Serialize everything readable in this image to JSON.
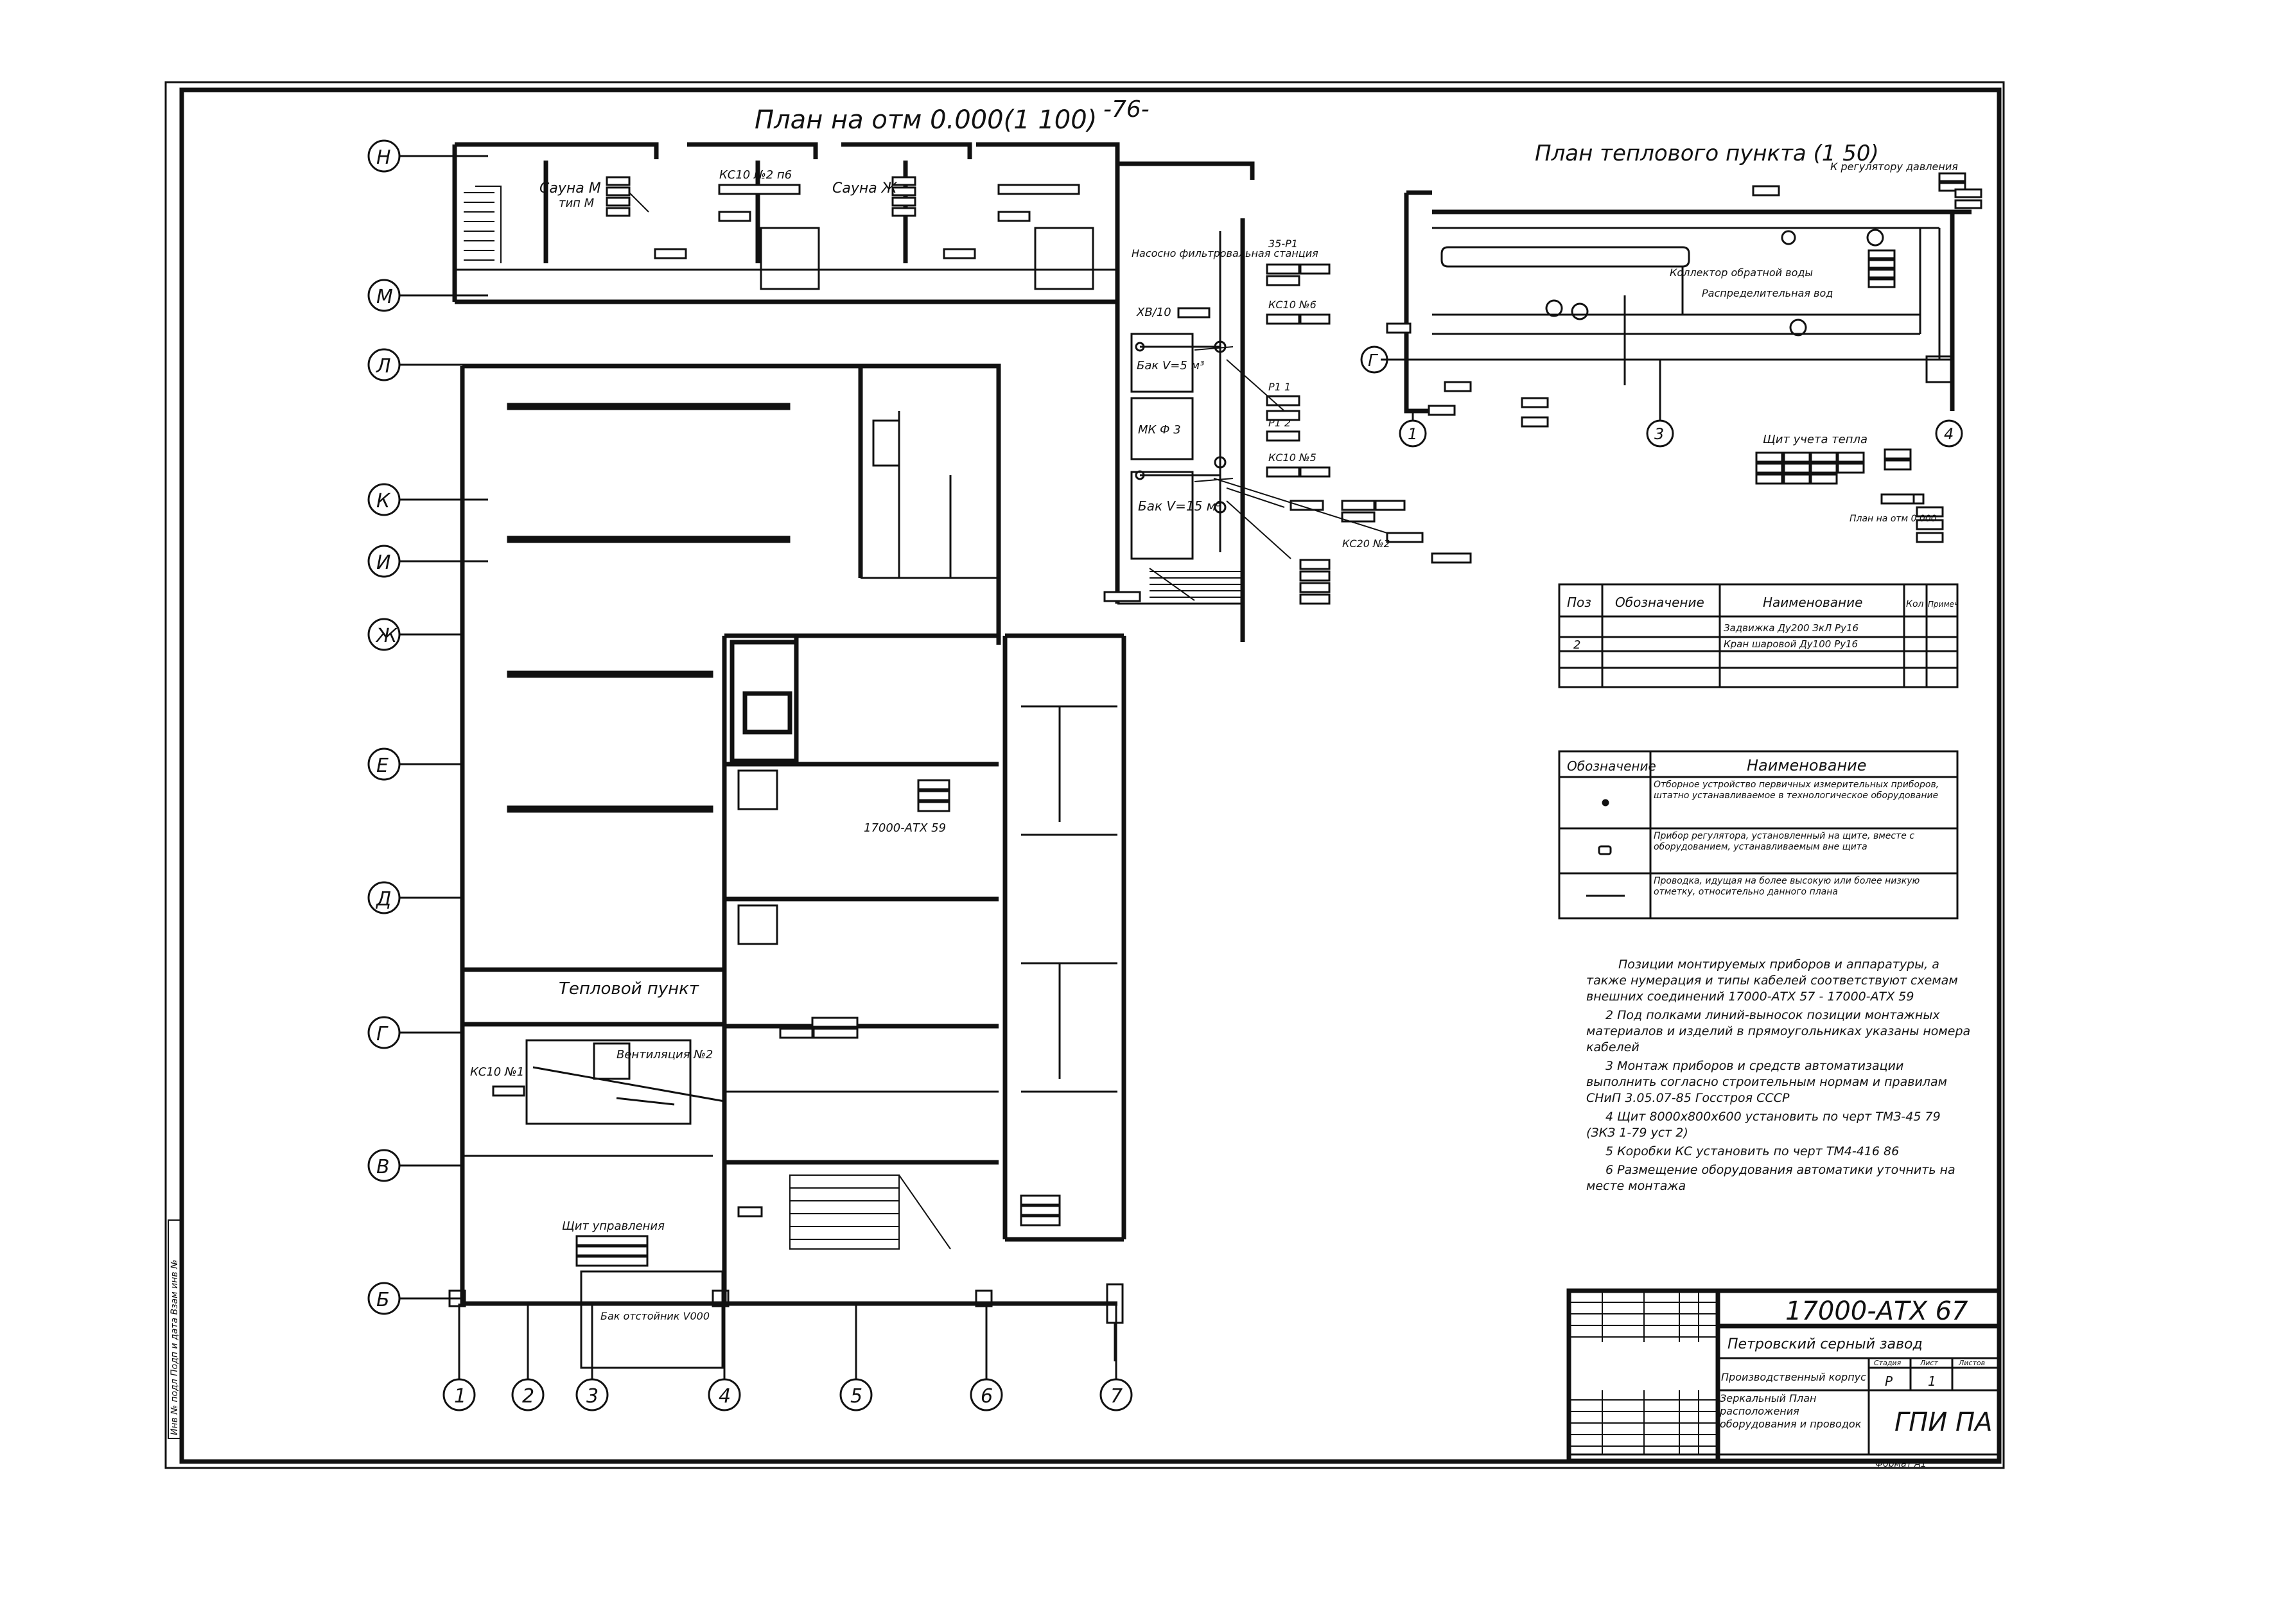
{
  "page_number": "-76-",
  "main_plan": {
    "title": "План на отм 0.000(1 100)",
    "row_axes": [
      "Н",
      "М",
      "Л",
      "К",
      "И",
      "Ж",
      "Е",
      "Д",
      "Г",
      "В",
      "Б"
    ],
    "column_axes": [
      "1",
      "2",
      "3",
      "4",
      "5",
      "6",
      "7"
    ],
    "room_labels": {
      "sauna_left": "Сауна М",
      "sauna_left_sub": "тип М",
      "sauna_right": "Сауна Ж",
      "filter_station": "Насосно фильтровальная станция",
      "tank_small": "Бак V=5 м³",
      "tank_large": "Бак V=15 м³",
      "heat_point": "Тепловой пункт",
      "ventilation": "Вентиляция №2",
      "control_panel": "Щит управления",
      "water_tank": "Бак отстойник V000"
    },
    "tags": {
      "ks10_2": "КС10 №2 п6",
      "ks10_1": "КС10 №1",
      "ks10_5": "КС10 №5",
      "ks10_6": "КС10 №6",
      "ks20": "КС20 №2",
      "atx": "17000-АТХ 59",
      "p1": "Р1 1",
      "p2": "Р1 2",
      "p3": "35-Р1",
      "hv": "ХВ/10",
      "mk": "МК Ф 3"
    }
  },
  "heat_point_plan": {
    "title": "План теплового пункта (1 50)",
    "axes": [
      "1",
      "3",
      "4",
      "Г"
    ],
    "labels": {
      "header_note": "К регулятору давления",
      "meter_panel": "Щит учета тепла",
      "collector_note": "Коллектор обратной воды",
      "supply_note": "Распределительная вод",
      "level_note": "План на отм 0.000"
    }
  },
  "spec_table_1": {
    "headers": [
      "Поз",
      "Обозначение",
      "Наименование",
      "Кол",
      "Примеч"
    ],
    "rows": [
      [
        "",
        "",
        "Задвижка Ду200 ЗкЛ Ру16",
        "",
        ""
      ],
      [
        "2",
        "",
        "Кран шаровой Ду100 Ру16",
        "",
        ""
      ],
      [
        "",
        "",
        "",
        "",
        ""
      ],
      [
        "",
        "",
        "",
        "",
        ""
      ]
    ]
  },
  "legend_table": {
    "headers": [
      "Обозначение",
      "Наименование"
    ],
    "rows": [
      {
        "symbol": "dot",
        "text": "Отборное устройство первичных измерительных приборов, штатно устанавливаемое в технологическое оборудование"
      },
      {
        "symbol": "rect",
        "text": "Прибор регулятора, установленный на щите, вместе с оборудованием, устанавливаемым вне щита"
      },
      {
        "symbol": "line",
        "text": "Проводка, идущая на более высокую или более низкую отметку, относительно данного плана"
      }
    ]
  },
  "notes": [
    "Позиции монтируемых приборов и аппаратуры, а также нумерация и типы кабелей соответствуют схемам внешних соединений 17000-АТХ 57 - 17000-АТХ 59",
    "2 Под полками линий-выносок позиции монтажных материалов и изделий в прямоугольниках указаны номера кабелей",
    "3 Монтаж приборов и средств автоматизации выполнить согласно строительным нормам и правилам СНиП 3.05.07-85 Госстроя СССР",
    "4 Щит 8000x800x600 установить по черт ТМЗ-45 79 (ЗКЗ 1-79 уст 2)",
    "5 Коробки КС установить по черт ТМ4-416 86",
    "6 Размещение оборудования автоматики уточнить на месте монтажа"
  ],
  "title_block": {
    "drawing_code": "17000-АТХ 67",
    "organization": "Петровский серный завод",
    "building": "Производственный корпус",
    "sheet_title": "Зеркальный План расположения оборудования и проводок",
    "stage_label": "Стадия",
    "sheet_label": "Лист",
    "sheets_label": "Листов",
    "stage": "Р",
    "sheet": "1",
    "institute": "ГПИ ПА",
    "format": "Формат А1"
  },
  "side_stamp": "Инв № подл  Подп и дата  Взам инв №"
}
